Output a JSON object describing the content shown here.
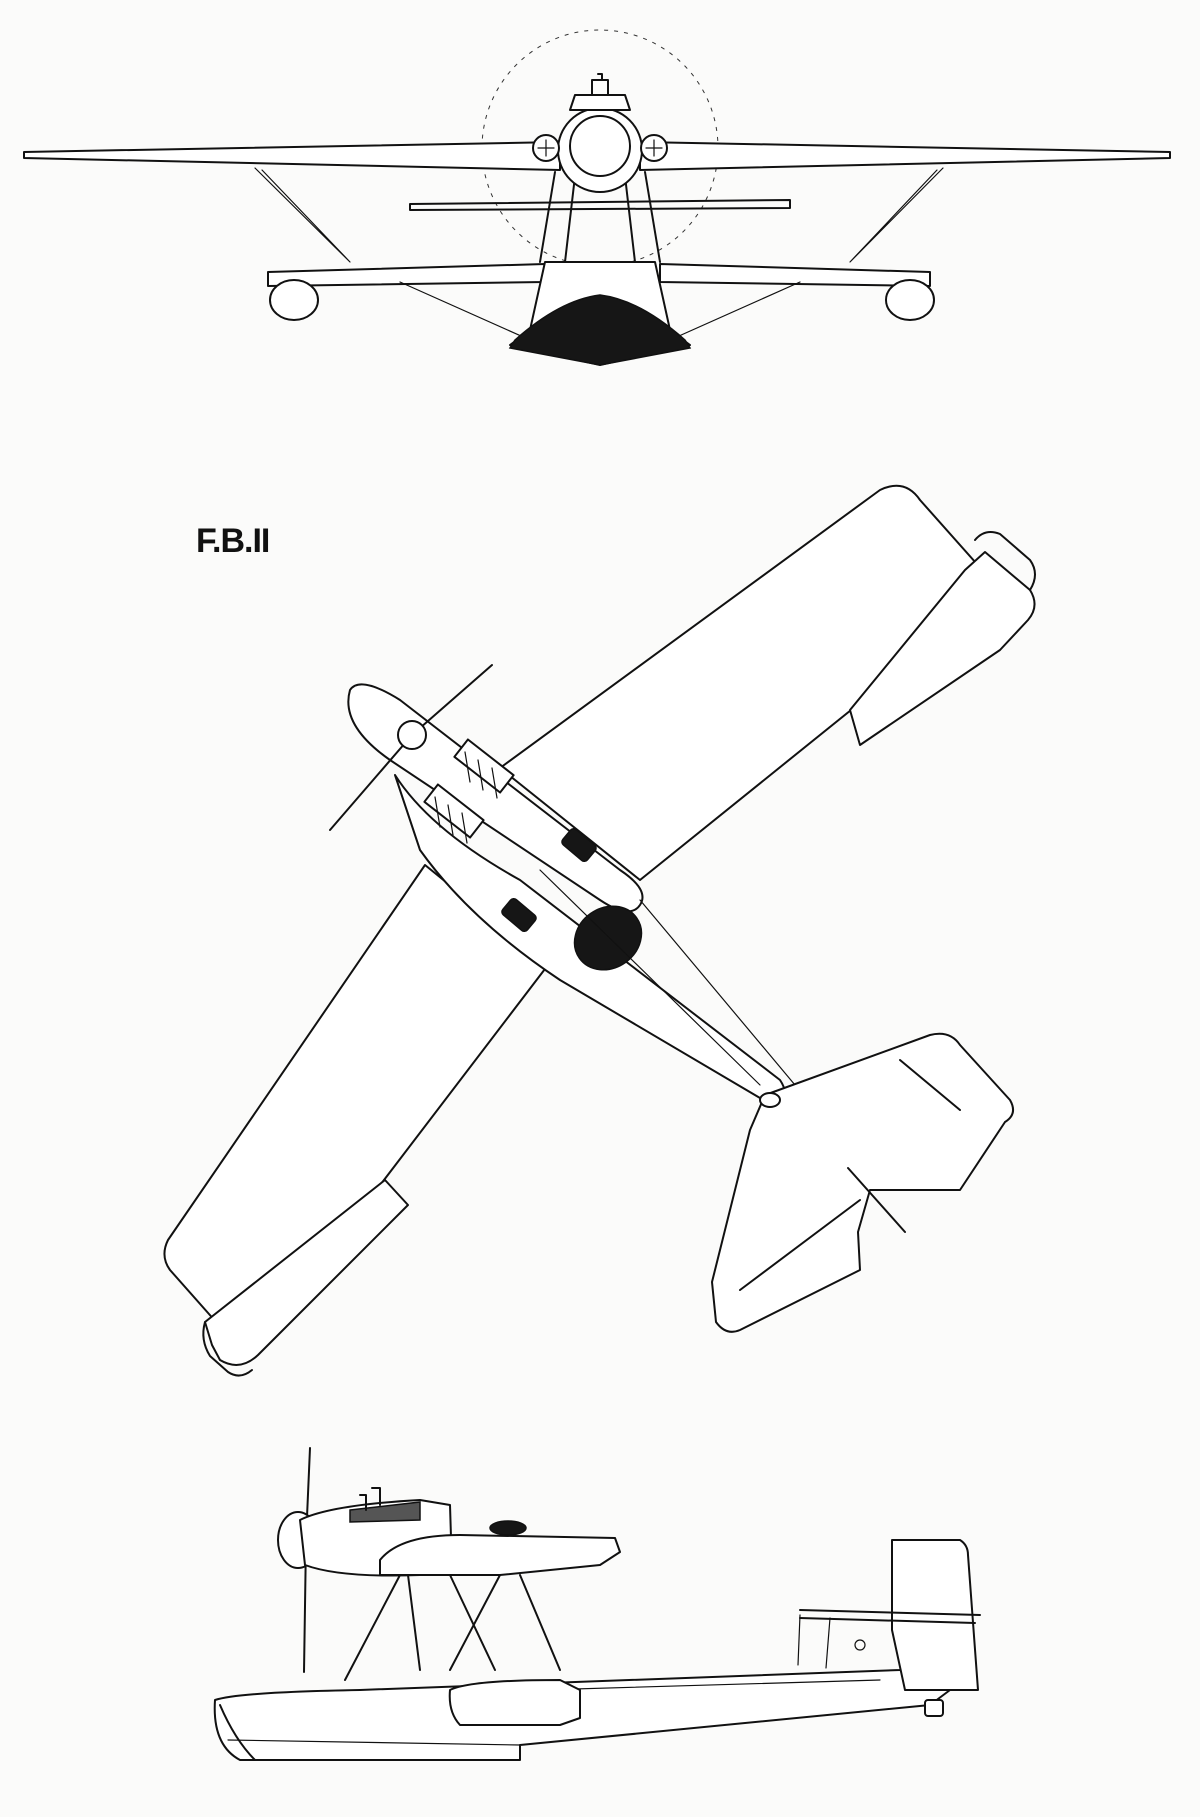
{
  "drawing": {
    "label": "F.B.II",
    "views": [
      "front-view",
      "plan-view",
      "side-view"
    ]
  },
  "colors": {
    "paper": "#fbfbfa",
    "ink": "#111111"
  }
}
